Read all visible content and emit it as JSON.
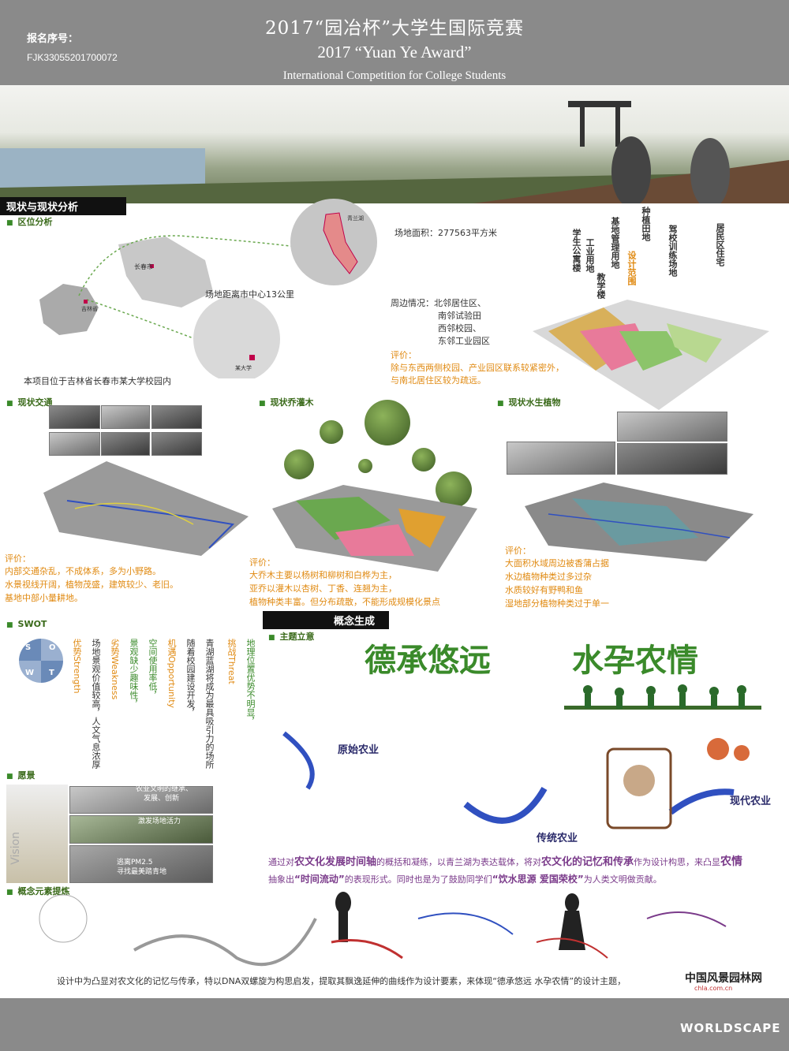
{
  "header": {
    "title_cn": "2017“园冶杯”大学生国际竞赛",
    "title_en": "2017 “Yuan Ye Award”",
    "subtitle_en": "International Competition for College Students",
    "reg_label": "报名序号：",
    "reg_no": "FJK33055201700072"
  },
  "section1": {
    "title": "现状与现状分析",
    "location": {
      "heading": "区位分析",
      "label_changchun": "长春市",
      "label_jilin": "吉林省",
      "label_lake": "青兰湖",
      "label_univ": "某大学",
      "distance": "场地距离市中心13公里",
      "area": "场地面积：277563平方米",
      "surround_title": "周边情况：北邻居住区、",
      "surround_2": "南邻试验田",
      "surround_3": "西邻校园、",
      "surround_4": "东邻工业园区",
      "eval_label": "评价：",
      "eval_1": "除与东西两侧校园、产业园区联系较紧密外，",
      "eval_2": "与南北居住区较为疏远。",
      "caption": "本项目位于吉林省长春市某大学校园内"
    },
    "landuse": {
      "labels": [
        "学生公寓楼",
        "工业用地",
        "教学楼",
        "基地管理用地",
        "设计范围",
        "种植田地",
        "驾校训练场地",
        "居民区住宅"
      ]
    },
    "traffic": {
      "heading": "现状交通",
      "eval_label": "评价：",
      "eval_1": "内部交通杂乱，不成体系，多为小野路。",
      "eval_2": "水景视线开阔，植物茂盛，建筑较少、老旧。",
      "eval_3": "基地中部小量耕地。"
    },
    "trees": {
      "heading": "现状乔灌木",
      "eval_label": "评价：",
      "eval_1": "大乔木主要以杨树和柳树和白桦为主，",
      "eval_2": "亚乔以灌木以杏树、丁香、连翘为主，",
      "eval_3": "植物种类丰富。但分布疏散，不能形成规模化景点"
    },
    "aquatic": {
      "heading": "现状水生植物",
      "eval_label": "评价：",
      "eval_1": "大面积水域周边被香蒲占据",
      "eval_2": "水边植物种类过多过杂",
      "eval_3": "水质较好有野鸭和鱼",
      "eval_4": "湿地部分植物种类过于单一"
    }
  },
  "swot": {
    "heading": "SWOT",
    "letters": [
      "S",
      "O",
      "W",
      "T"
    ],
    "cols": [
      {
        "text": "优势Strength",
        "color": "#e08a12"
      },
      {
        "text": "场地景观价值较高，人文气息浓厚",
        "color": "#333333"
      },
      {
        "text": "劣势Weakness",
        "color": "#e08a12"
      },
      {
        "text": "景观缺少趣味性，",
        "color": "#3a8a2a"
      },
      {
        "text": "空间使用率低，",
        "color": "#3a8a2a"
      },
      {
        "text": "机遇Opportunity",
        "color": "#e08a12"
      },
      {
        "text": "随着校园建设开发，",
        "color": "#333333"
      },
      {
        "text": "青湖蓝湖将成为最具吸引力的场所",
        "color": "#333333"
      },
      {
        "text": "挑战Threat",
        "color": "#e08a12"
      },
      {
        "text": "地理位置优势不明显，",
        "color": "#3a8a2a"
      }
    ]
  },
  "vision": {
    "heading": "愿景",
    "vision_word": "Vision",
    "item1_a": "农业文明的继承、",
    "item1_b": "发展、创新",
    "item2": "激发场地活力",
    "item3_a": "逃离PM2.5",
    "item3_b": "寻找最美踏青地"
  },
  "concept": {
    "title": "概念生成",
    "theme_heading": "主题立意",
    "slogan_1": "德承悠远",
    "slogan_2": "水孕农情",
    "stage_1": "原始农业",
    "stage_2": "传统农业",
    "stage_3": "现代农业",
    "desc_1a": "通过对",
    "desc_1b": "农文化发展时间轴",
    "desc_1c": "的概括和凝练，以青兰湖为表达载体，将对",
    "desc_1d": "农文化的记忆和传承",
    "desc_1e": "作为设计构思，来凸显",
    "desc_1f": "农情",
    "desc_2a": "抽象出",
    "desc_2b": "“时间流动”",
    "desc_2c": "的表现形式。同时也是为了鼓励同学们",
    "desc_2d": "“饮水思源 爱国荣校”",
    "desc_2e": "为人类文明做贡献。"
  },
  "elements": {
    "heading": "概念元素提炼",
    "caption": "设计中为凸显对农文化的记忆与传承，特以DNA双螺旋为构思启发，提取其飘逸延伸的曲线作为设计要素，来体现“德承悠远 水孕农情”的设计主题，"
  },
  "footer": {
    "logo_cn": "中国风景园林网",
    "logo_url": "chla.com.cn",
    "logo_ws": "WORLDSCAPE"
  },
  "colors": {
    "accent_green": "#3a8a2a",
    "accent_orange": "#e08a12",
    "accent_purple": "#7a3a8a",
    "header_gray": "#8a8a8a"
  }
}
